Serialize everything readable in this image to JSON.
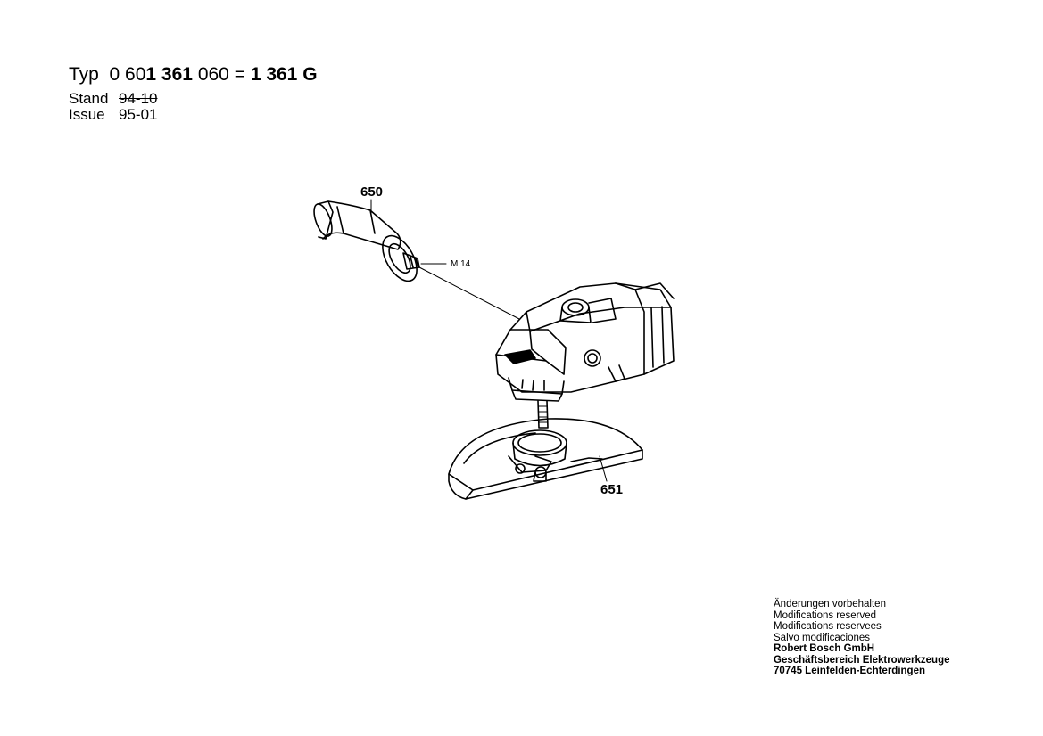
{
  "header": {
    "typ_label": "Typ",
    "typ_part1": "0 60",
    "typ_part2": "1 361",
    "typ_part3": "060",
    "typ_eq": "=",
    "typ_part4": "1 361 G",
    "stand_label": "Stand",
    "stand_value": "94-10",
    "issue_label": "Issue",
    "issue_value": "95-01"
  },
  "callouts": {
    "handle": "650",
    "guard": "651",
    "thread": "M 14"
  },
  "footer": {
    "lines": [
      "Änderungen vorbehalten",
      "Modifications reserved",
      "Modifications reservees",
      "Salvo modificaciones"
    ],
    "company": [
      "Robert Bosch GmbH",
      "Geschäftsbereich Elektrowerkzeuge",
      "70745 Leinfelden-Echterdingen"
    ]
  }
}
